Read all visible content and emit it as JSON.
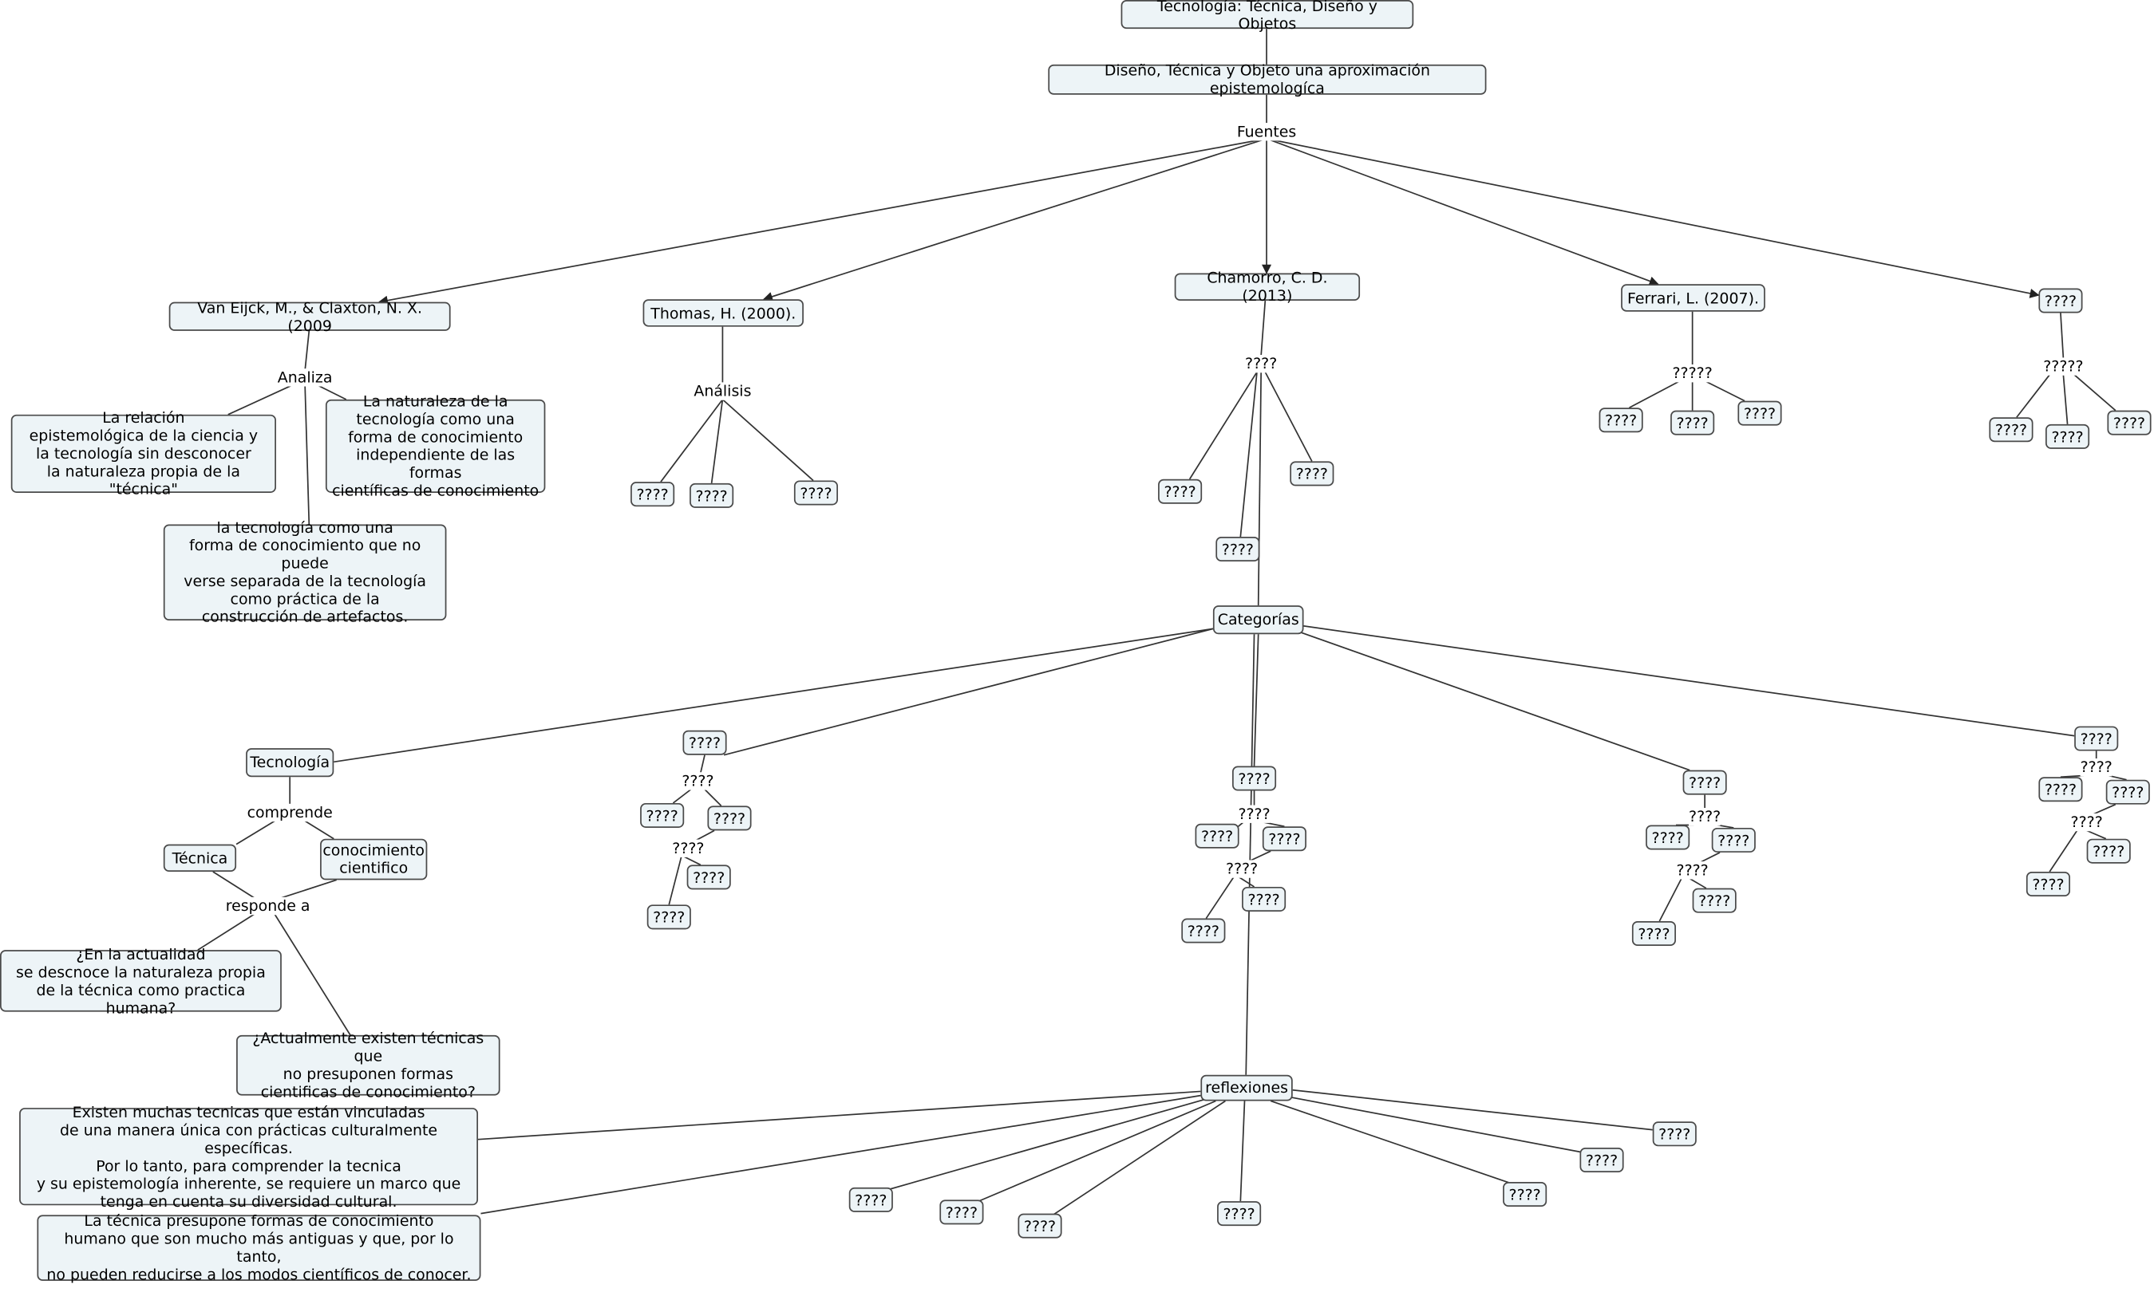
{
  "nodes": {
    "root": "Tecnología: Técnica, Diseño y Objetos",
    "approach": "Diseño, Técnica y Objeto una aproximación epistemologíca",
    "van_eijck": "Van Eijck, M., & Claxton, N. X. (2009",
    "thomas": "Thomas, H. (2000).",
    "chamorro": "Chamorro, C. D. (2013)",
    "ferrari": "Ferrari, L. (2007).",
    "unknown_source": "????",
    "relacion": "La relación\nepistemológica de la ciencia y\nla tecnología sin desconocer\nla naturaleza propia de la \"técnica\"",
    "naturaleza": "La naturaleza de la\ntecnología como una\nforma de conocimiento\nindependiente de las formas\ncientíficas de conocimiento",
    "forma": "la tecnología como una\nforma de conocimiento que no puede\nverse separada de la tecnología\ncomo práctica de la\nconstrucción de artefactos.",
    "categorias": "Categorías",
    "tecnologia": "Tecnología",
    "tecnica": "Técnica",
    "conocimiento": "conocimiento\ncientifico",
    "q1": "¿En la actualidad\nse descnoce la naturaleza propia\nde la técnica como practica humana?",
    "q2": "¿Actualmente existen técnicas que\nno presuponen formas\ncientificas de conocimiento?",
    "reflexiones": "reflexiones",
    "refl1": "Existen muchas tecnicas que están vinculadas\nde una manera única con prácticas culturalmente específicas.\nPor lo tanto, para comprender la tecnica\ny su epistemología inherente, se requiere un marco que\ntenga en cuenta su diversidad cultural.",
    "refl2": "La técnica presupone formas de conocimiento\nhumano que son mucho más antiguas y que, por lo tanto,\nno pueden reducirse a los modos científicos de conocer.",
    "placeholder": "????"
  },
  "phrases": {
    "fuentes": "Fuentes",
    "analiza": "Analiza",
    "analisis": "Análisis",
    "q4": "????",
    "q5": "?????",
    "comprende": "comprende",
    "responde": "responde a"
  },
  "colors": {
    "node_fill": "#edf4f7",
    "node_border": "#4a4a4a",
    "line": "#333333"
  }
}
